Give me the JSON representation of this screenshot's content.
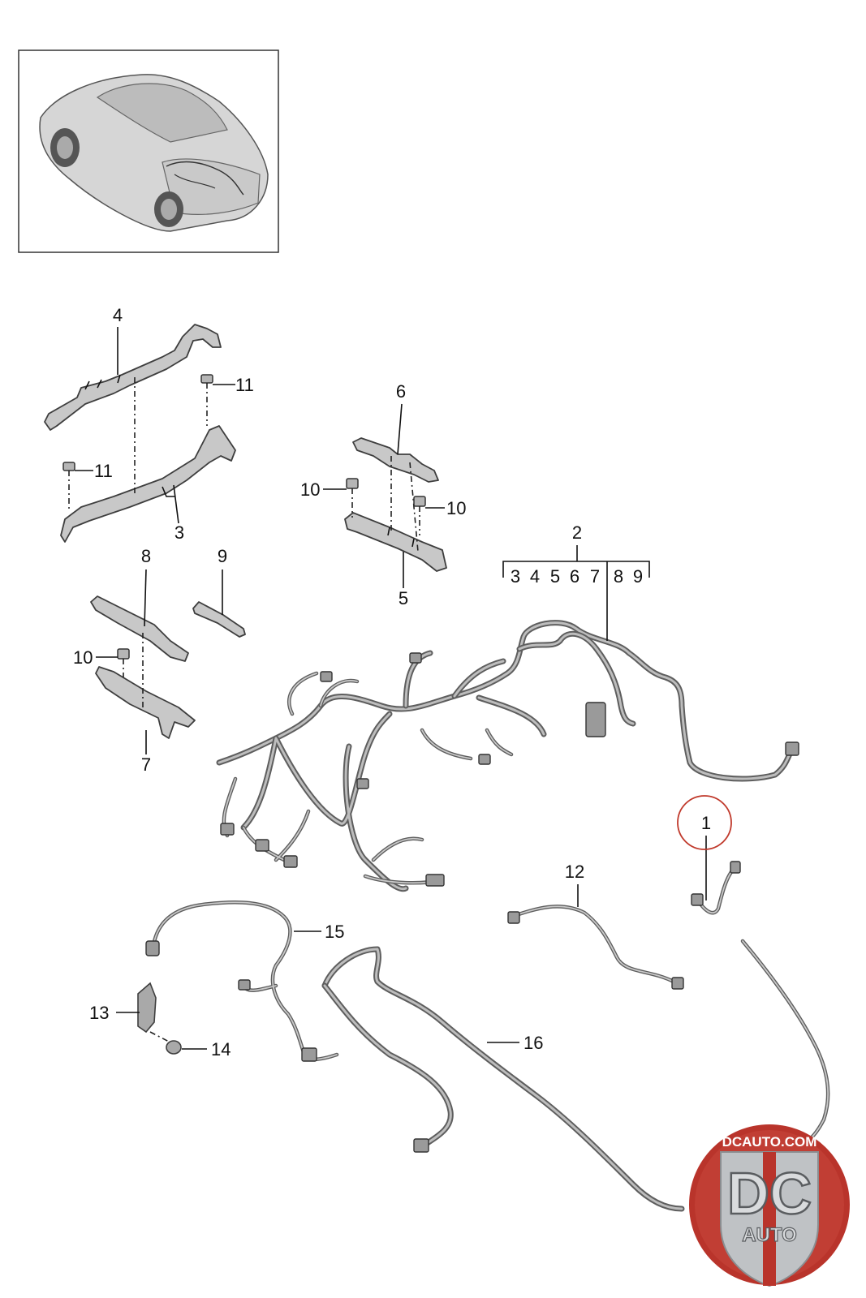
{
  "callouts": {
    "c1": "1",
    "c2": "2",
    "c3": "3",
    "c4": "4",
    "c5": "5",
    "c6": "6",
    "c7": "7",
    "c8": "8",
    "c9": "9",
    "c10a": "10",
    "c10b": "10",
    "c10c": "10",
    "c11a": "11",
    "c11b": "11",
    "c12": "12",
    "c13": "13",
    "c14": "14",
    "c15": "15",
    "c16": "16"
  },
  "sub_items": [
    "3",
    "4",
    "5",
    "6",
    "7",
    "8",
    "9"
  ],
  "logo": {
    "top_text": "DCAUTO.COM",
    "main_text": "DC",
    "sub_text": "AUTO"
  },
  "colors": {
    "highlight_circle": "#c0392b",
    "logo_red": "#c0392b",
    "logo_shield": "#bfc2c5",
    "wire": "#5e5e5e"
  }
}
